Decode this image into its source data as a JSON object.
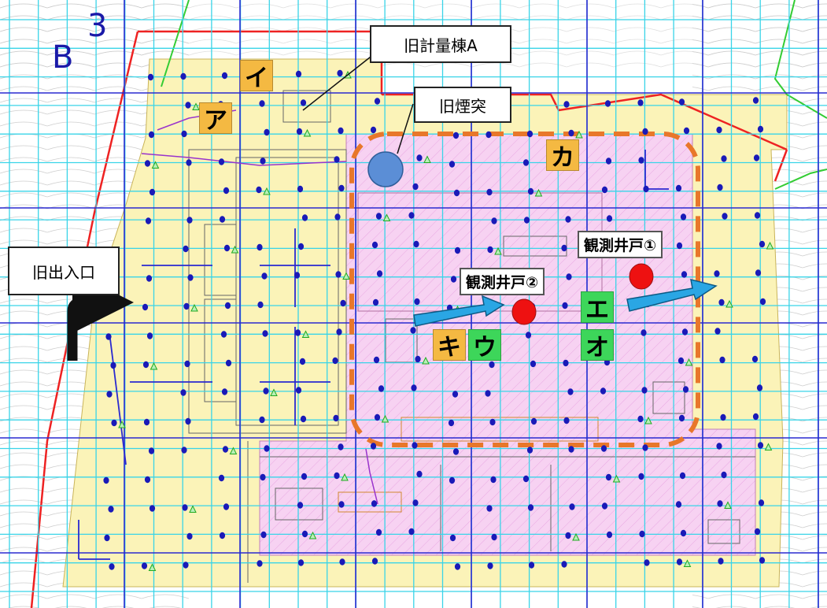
{
  "map": {
    "grid_labels": {
      "row": "B",
      "column": "3"
    },
    "callouts": {
      "old_weighing_building": "旧計量棟A",
      "old_chimney": "旧煙突",
      "old_entrance": "旧出入口"
    },
    "wells": [
      {
        "id": "well_1",
        "label": "観測井戸①"
      },
      {
        "id": "well_2",
        "label": "観測井戸②"
      }
    ],
    "points": [
      {
        "label": "ア",
        "color": "orange"
      },
      {
        "label": "イ",
        "color": "orange"
      },
      {
        "label": "ウ",
        "color": "green"
      },
      {
        "label": "エ",
        "color": "green"
      },
      {
        "label": "オ",
        "color": "green"
      },
      {
        "label": "カ",
        "color": "orange"
      },
      {
        "label": "キ",
        "color": "orange"
      }
    ],
    "colors": {
      "blue_grid": "#2a2ad0",
      "cyan_grid": "#39d4e8",
      "site_fill": "#fbf3b8",
      "building_fill": "#f7d2f2",
      "boundary": "#ee2222",
      "dashed_area": "#e8772a",
      "flow_arrow": "#2aa6e4",
      "well_marker": "#ee1111",
      "chimney_marker": "#5b8ed6",
      "sample_dot": "#1a1ab8"
    }
  }
}
